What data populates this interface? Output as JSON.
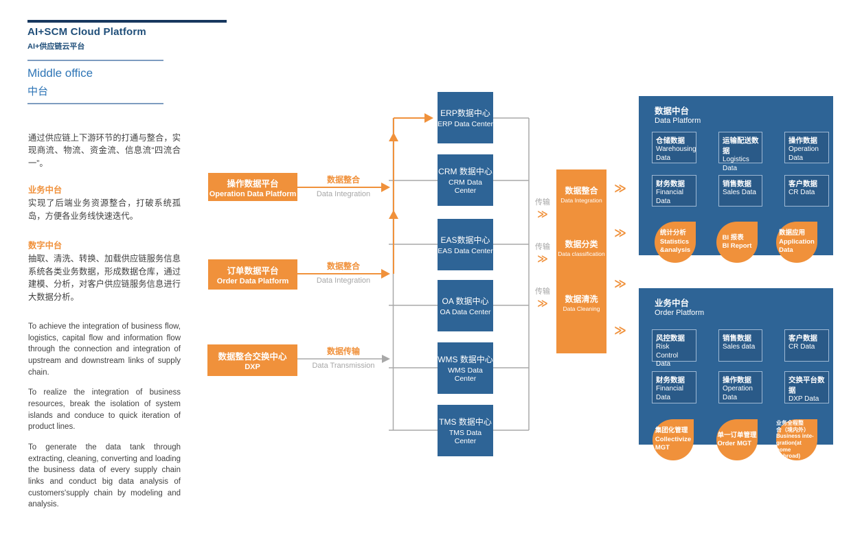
{
  "header": {
    "title": "AI+SCM Cloud Platform",
    "subtitle": "AI+供应链云平台",
    "section_en": "Middle office",
    "section_zh": "中台"
  },
  "sidebar": {
    "intro": "通过供应链上下游环节的打通与整合，实现商流、物流、资金流、信息流“四流合一”。",
    "sections": [
      {
        "heading": "业务中台",
        "body": "实现了后端业务资源整合，打破系统孤岛，方便各业务线快速迭代。"
      },
      {
        "heading": "数字中台",
        "body": "抽取、清洗、转换、加载供应链服务信息系统各类业务数据，形成数据仓库，通过建模、分析，对客户供应链服务信息进行大数据分析。"
      }
    ],
    "paragraphs": [
      "To achieve the integration of business flow, logistics, capital flow and information flow through the connection and integration of upstream and downstream  links of supply chain.",
      "To realize the integration of business resources, break the isolation of system islands and conduce to quick iteration of product lines.",
      "To generate the data tank through extracting, cleaning, converting and loading the business data of every supply chain links and conduct big  data analysis of customers'supply chain by modeling and analysis."
    ]
  },
  "sources": [
    {
      "zh": "操作数据平台",
      "en": "Operation Data Platform",
      "flow_zh": "数据整合",
      "flow_en": "Data Integration"
    },
    {
      "zh": "订单数据平台",
      "en": "Order Data Platform",
      "flow_zh": "数据整合",
      "flow_en": "Data Integration"
    },
    {
      "zh": "数据整合交换中心",
      "en": "DXP",
      "flow_zh": "数据传输",
      "flow_en": "Data Transmission"
    }
  ],
  "data_centers": [
    {
      "zh": "ERP数据中心",
      "en": "ERP Data Center"
    },
    {
      "zh": "CRM 数据中心",
      "en": "CRM Data Center"
    },
    {
      "zh": "EAS数据中心",
      "en": "EAS Data Center"
    },
    {
      "zh": "OA 数据中心",
      "en": "OA Data Center"
    },
    {
      "zh": "WMS 数据中心",
      "en": "WMS Data Center"
    },
    {
      "zh": "TMS 数据中心",
      "en": "TMS Data Center"
    }
  ],
  "transfer": {
    "label": "传输",
    "chevron": "≫"
  },
  "pipeline": [
    {
      "zh": "数据整合",
      "en": "Data Integration"
    },
    {
      "zh": "数据分类",
      "en": "Data classification"
    },
    {
      "zh": "数据清洗",
      "en": "Data Cleaning"
    }
  ],
  "panels": [
    {
      "title_zh": "数据中台",
      "title_en": "Data Platform",
      "boxes": [
        {
          "zh": "仓储数据",
          "en": "Warehousing Data"
        },
        {
          "zh": "运输配送数据",
          "en": "Logistics Data"
        },
        {
          "zh": "操作数据",
          "en": "Operation Data"
        },
        {
          "zh": "财务数据",
          "en": "Financial Data"
        },
        {
          "zh": "销售数据",
          "en": "Sales Data"
        },
        {
          "zh": "客户数据",
          "en": "CR Data"
        }
      ],
      "bubbles": [
        "统计分析\nStatistics\n&analysis",
        "BI 报表\nBI Report",
        "数据应用\nApplication\nData"
      ]
    },
    {
      "title_zh": "业务中台",
      "title_en": "Order Platform",
      "boxes": [
        {
          "zh": "风控数据",
          "en": "Risk Control Data"
        },
        {
          "zh": "销售数据",
          "en": "Sales data"
        },
        {
          "zh": "客户数据",
          "en": "CR Data"
        },
        {
          "zh": "财务数据",
          "en": "Financial Data"
        },
        {
          "zh": "操作数据",
          "en": "Operation Data"
        },
        {
          "zh": "交换平台数据",
          "en": "DXP Data"
        }
      ],
      "bubbles": [
        "集团化管理\nCollectivize\nMGT",
        "单一订单管理\nOrder MGT",
        "业务全程整\n合（境内外）\nBusiness inte-\ngration(at home\n&abroad)"
      ]
    }
  ],
  "colors": {
    "orange": "#F0913B",
    "panel_blue": "#2E6496",
    "navy": "#1F4E79"
  }
}
